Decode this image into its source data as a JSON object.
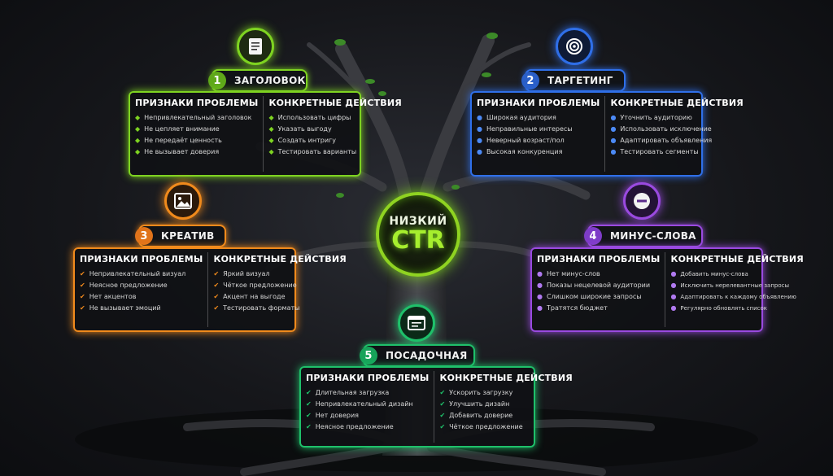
{
  "center": {
    "line1": "НИЗКИЙ",
    "line2": "CTR"
  },
  "problems_heading": "ПРИЗНАКИ ПРОБЛЕМЫ",
  "actions_heading": "КОНКРЕТНЫЕ ДЕЙСТВИЯ",
  "colors": {
    "headline": "#7ed321",
    "targeting": "#2f6fe8",
    "creative": "#f08a1c",
    "negative": "#9a4ae0",
    "landing": "#1fc06a",
    "center": "#a6ee2e"
  },
  "cards": [
    {
      "number": "1",
      "title": "ЗАГОЛОВОК",
      "icon": "document-icon",
      "problems_heading": "ПРИЗНАКИ ПРОБЛЕМЫ",
      "problems": [
        "Непривлекательный заголовок",
        "Не цепляет внимание",
        "Не передаёт ценность",
        "Не вызывает доверия"
      ],
      "actions": [
        "Использовать цифры",
        "Указать выгоду",
        "Создать интригу",
        "Тестировать варианты"
      ]
    },
    {
      "number": "2",
      "title": "ТАРГЕТИНГ",
      "icon": "target-icon",
      "problems_heading": "ПРИЗНАКИ ПРОБЛЕМЫ",
      "problems": [
        "Широкая аудитория",
        "Неправильные интересы",
        "Неверный возраст/пол",
        "Высокая конкуренция"
      ],
      "actions": [
        "Уточнить аудиторию",
        "Использовать исключение",
        "Адаптировать объявления",
        "Тестировать сегменты"
      ]
    },
    {
      "number": "3",
      "title": "КРЕАТИВ",
      "icon": "image-icon",
      "problems_heading": "ПРИЗНАКИ ПРОБЛЕМЫ",
      "problems": [
        "Непривлекательный визуал",
        "Неясное предложение",
        "Нет акцентов",
        "Не вызывает эмоций"
      ],
      "actions": [
        "Яркий визуал",
        "Чёткое предложение",
        "Акцент на выгоде",
        "Тестировать форматы"
      ]
    },
    {
      "number": "4",
      "title": "МИНУС-СЛОВА",
      "icon": "minus-icon",
      "problems_heading": "ПРИЗНАКИ ПРОБЛЕМЫ",
      "problems": [
        "Нет минус-слов",
        "Показы нецелевой аудитории",
        "Слишком широкие запросы",
        "Тратятся бюджет"
      ],
      "actions": [
        "Добавить минус-слова",
        "Исключить нерелевантные запросы",
        "Адаптировать к каждому объявлению",
        "Регулярно обновлять список"
      ]
    },
    {
      "number": "5",
      "title": "ПОСАДОЧНАЯ",
      "icon": "webpage-icon",
      "problems_heading": "ПРИЗНАКИ ПРОБЛЕМЫ",
      "problems": [
        "Длительная загрузка",
        "Непривлекательный дизайн",
        "Нет доверия",
        "Неясное предложение"
      ],
      "actions": [
        "Ускорить загрузку",
        "Улучшить дизайн",
        "Добавить доверие",
        "Чёткое предложение"
      ]
    }
  ]
}
